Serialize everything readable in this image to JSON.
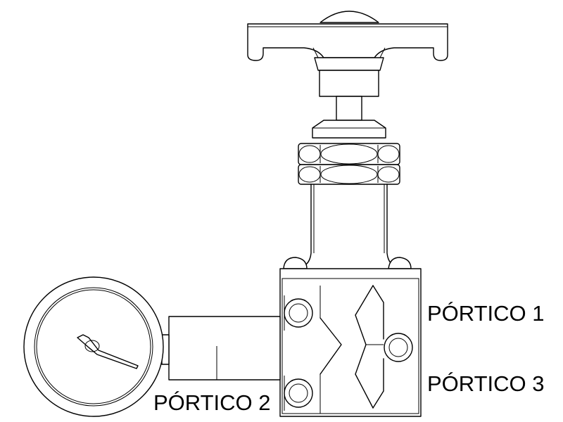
{
  "labels": {
    "port1": "PÓRTICO 1",
    "port2": "PÓRTICO 2",
    "port3": "PÓRTICO 3"
  },
  "colors": {
    "line": "#000000",
    "background": "#ffffff"
  }
}
